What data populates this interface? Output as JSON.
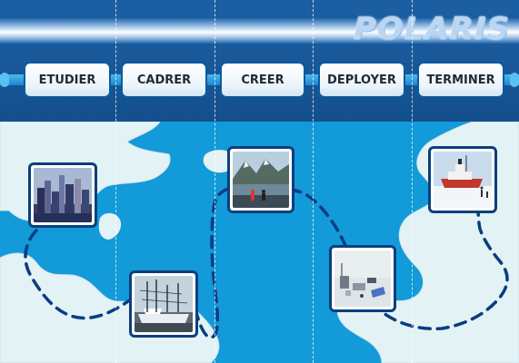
{
  "brand": {
    "logo": "POLARIS"
  },
  "phases": [
    {
      "id": "etudier",
      "label": "ETUDIER"
    },
    {
      "id": "cadrer",
      "label": "CADRER"
    },
    {
      "id": "creer",
      "label": "CREER"
    },
    {
      "id": "deployer",
      "label": "DEPLOYER"
    },
    {
      "id": "terminer",
      "label": "TERMINER"
    }
  ],
  "journey_photos": [
    {
      "id": "city",
      "icon": "city-skyline-photo"
    },
    {
      "id": "harbor",
      "icon": "fishing-boats-photo"
    },
    {
      "id": "fjord",
      "icon": "fjord-deck-photo"
    },
    {
      "id": "camp",
      "icon": "ice-camp-photo"
    },
    {
      "id": "icebreaker",
      "icon": "icebreaker-ship-photo"
    }
  ],
  "colors": {
    "sea": "#129ad9",
    "ice": "#e3f2f4",
    "route": "#0b3c82",
    "frame": "#0b3f7d"
  }
}
